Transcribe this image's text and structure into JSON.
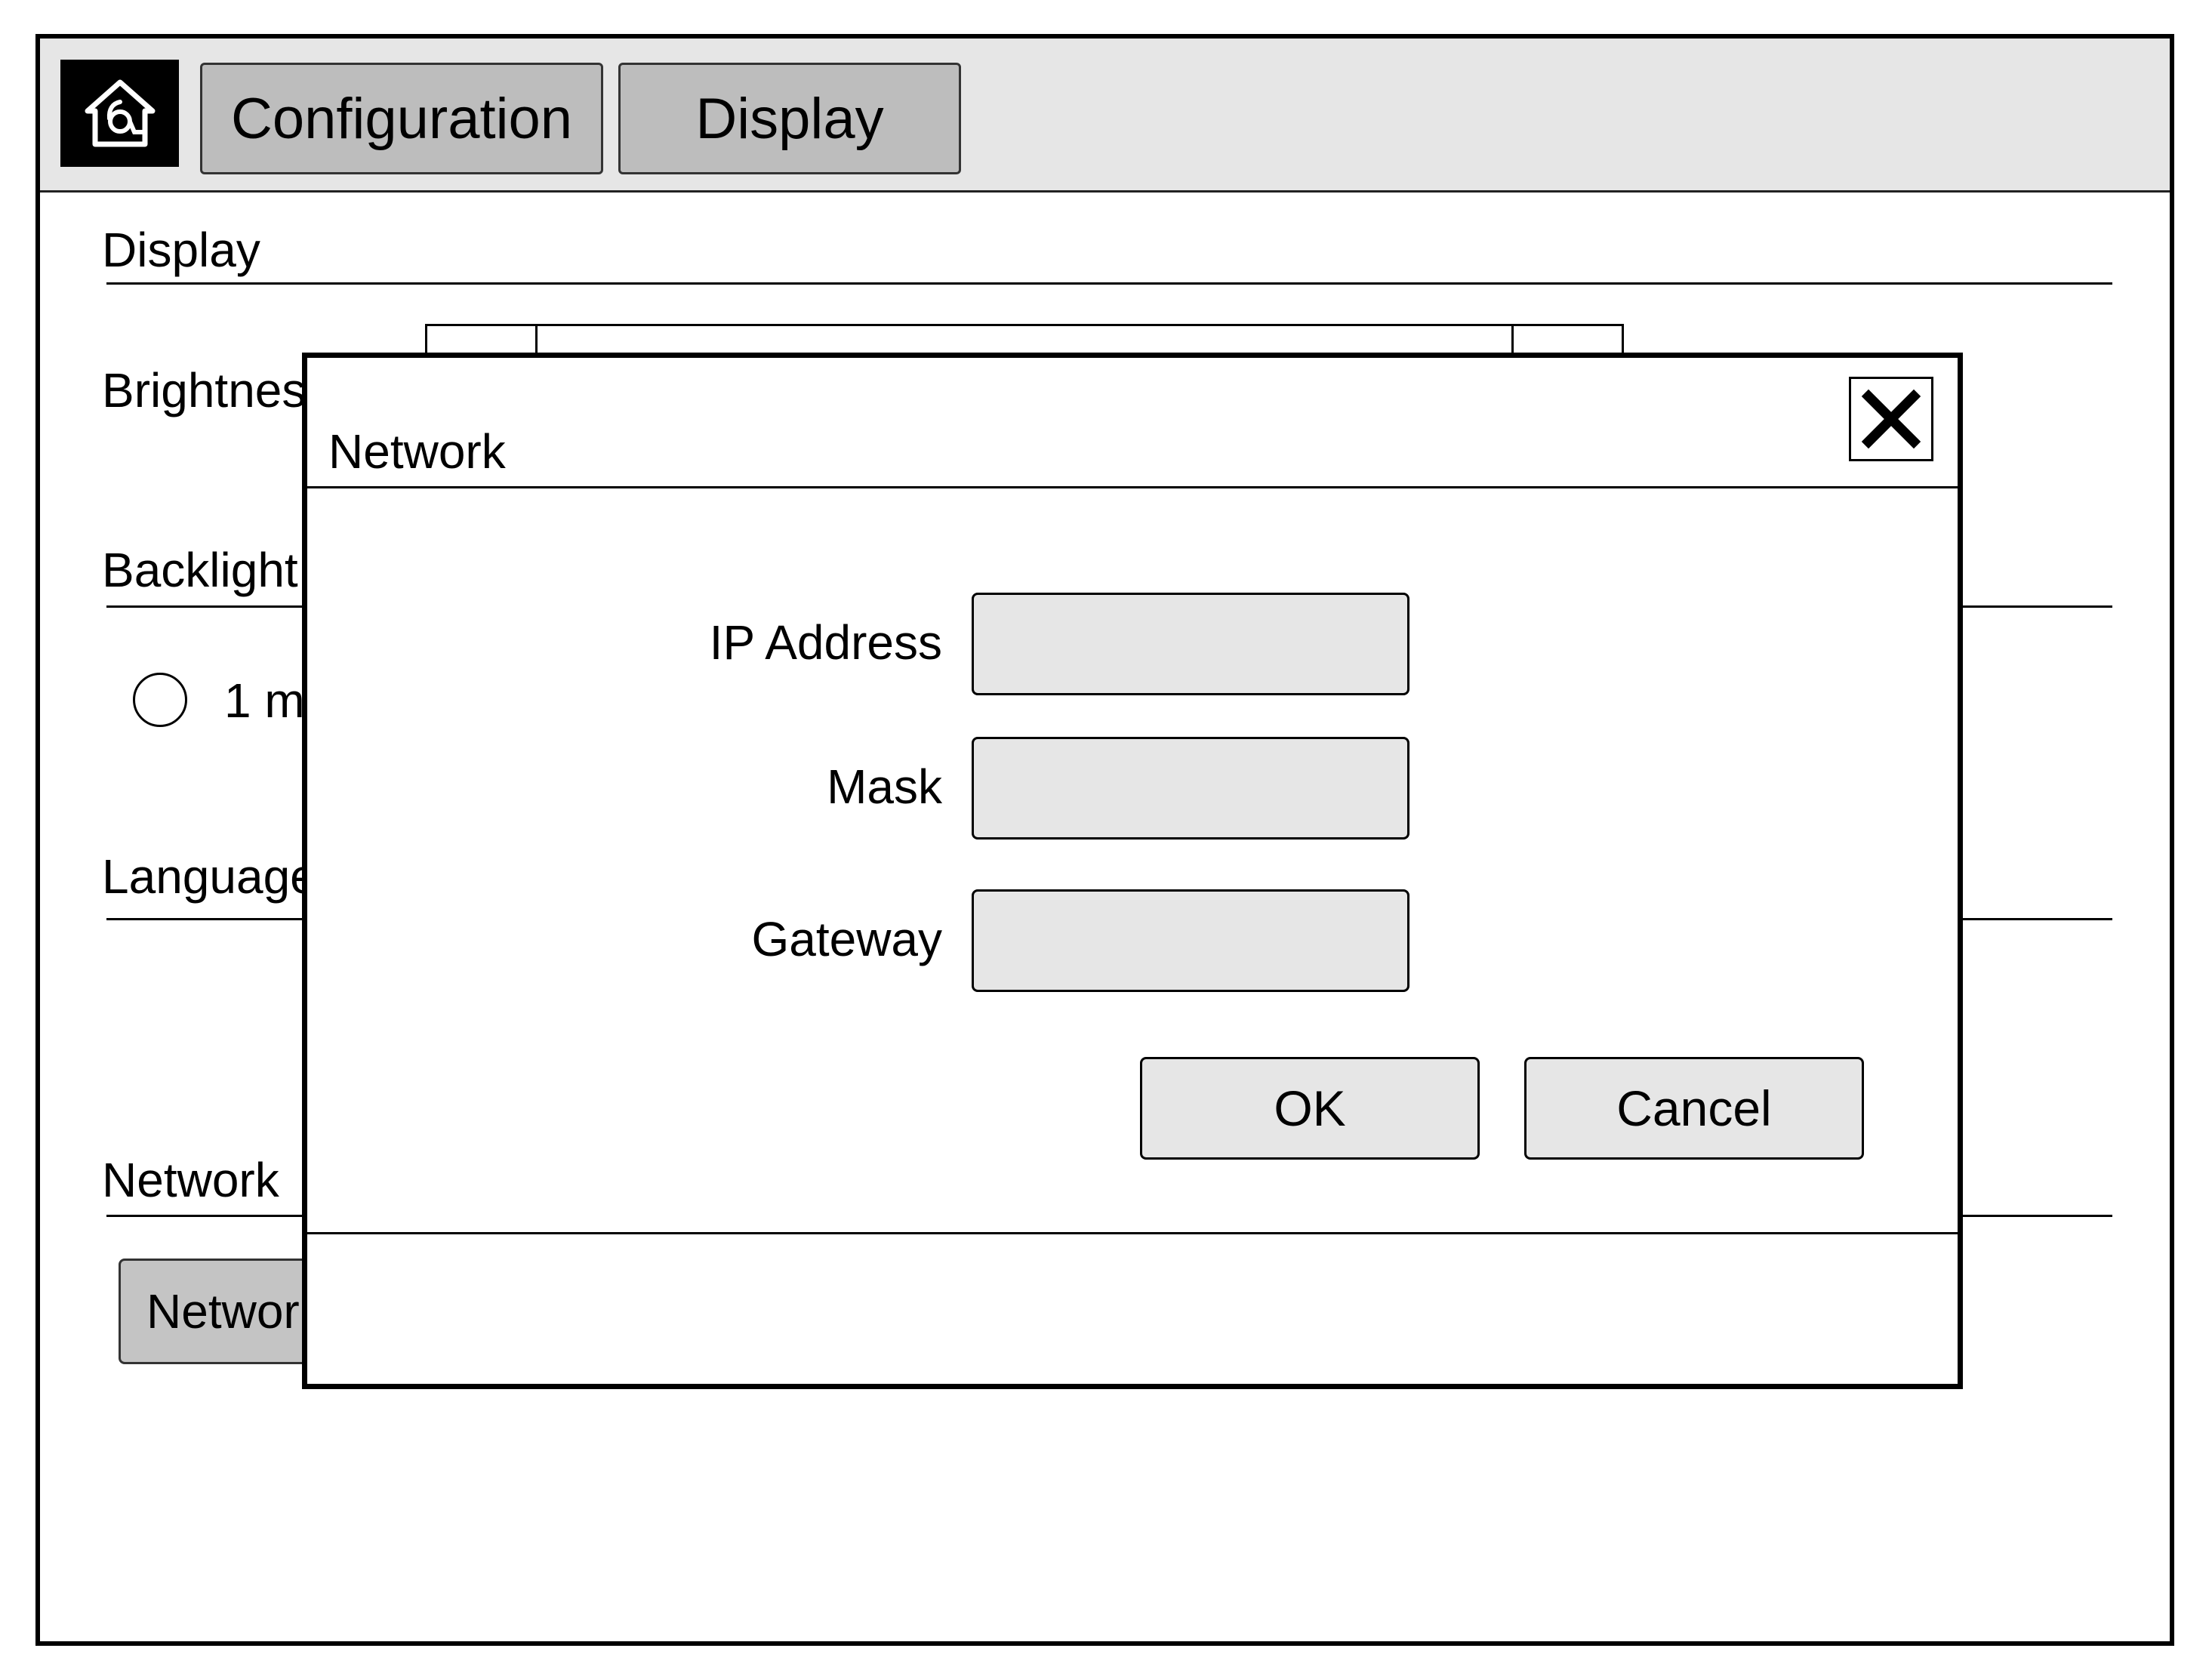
{
  "topbar": {
    "home_icon": "home-icon",
    "tabs": [
      {
        "label": "Configuration"
      },
      {
        "label": "Display"
      }
    ]
  },
  "background": {
    "display_heading": "Display",
    "brightness_label": "Brightnes",
    "backlight_heading": "Backlight",
    "backlight_option_label": "1 m",
    "language_heading": "Language",
    "network_heading": "Network",
    "network_button_label": "Networ"
  },
  "dialog": {
    "title": "Network",
    "close_icon": "close-icon",
    "fields": [
      {
        "label": "IP Address",
        "value": "",
        "placeholder": ""
      },
      {
        "label": "Mask",
        "value": "",
        "placeholder": ""
      },
      {
        "label": "Gateway",
        "value": "",
        "placeholder": ""
      }
    ],
    "ok_label": "OK",
    "cancel_label": "Cancel"
  }
}
